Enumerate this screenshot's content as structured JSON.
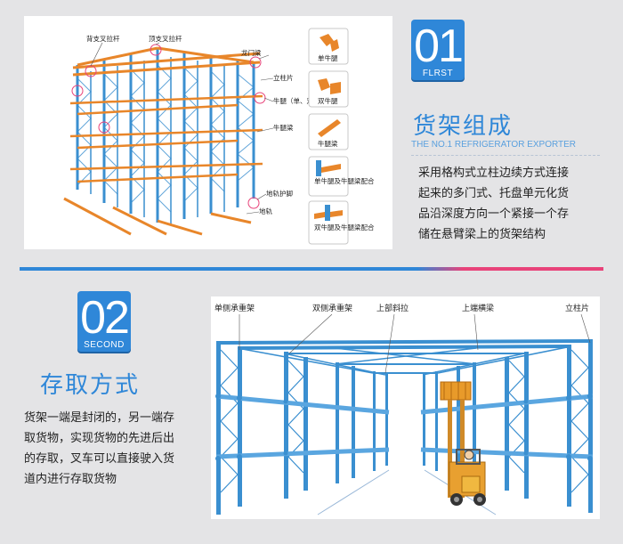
{
  "section1": {
    "badge_number": "01",
    "badge_sub": "FLRST",
    "title": "货架组成",
    "subtitle": "THE NO.1 REFRIGERATOR EXPORTER",
    "description_lines": [
      "采用格构式立柱边续方式连接",
      "起来的多门式、托盘单元化货",
      "品沿深度方向一个紧接一个存",
      "储在悬臂梁上的货架结构"
    ],
    "diagram_labels": {
      "back_brace": "背支叉拉杆",
      "top_brace": "顶支叉拉杆",
      "gantry_beam": "龙门梁",
      "upright": "立柱片",
      "bracket": "牛腿（单、双）",
      "bracket_beam": "牛腿梁",
      "ground_rail_guard": "地轨护脚",
      "ground_rail": "地轨"
    },
    "components": [
      {
        "label": "单牛腿"
      },
      {
        "label": "双牛腿"
      },
      {
        "label": "牛腿梁"
      },
      {
        "label": "单牛腿及牛腿梁配合"
      },
      {
        "label": "双牛腿及牛腿梁配合"
      }
    ]
  },
  "section2": {
    "badge_number": "02",
    "badge_sub": "SECOND",
    "title": "存取方式",
    "description_lines": [
      "货架一端是封闭的，另一端存",
      "取货物，实现货物的先进后出",
      "的存取，叉车可以直接驶入货",
      "道内进行存取货物"
    ],
    "diagram_labels": {
      "single_rail": "单侧承重架",
      "double_rail": "双侧承重架",
      "top_brace": "上部斜拉",
      "top_beam": "上端横梁",
      "upright": "立柱片"
    }
  },
  "colors": {
    "accent_blue": "#2f87d8",
    "accent_pink": "#e8437a",
    "rack_blue": "#3a8fd0",
    "rack_orange": "#e8862a",
    "forklift_yellow": "#e89a2a",
    "background": "#e4e4e6"
  }
}
